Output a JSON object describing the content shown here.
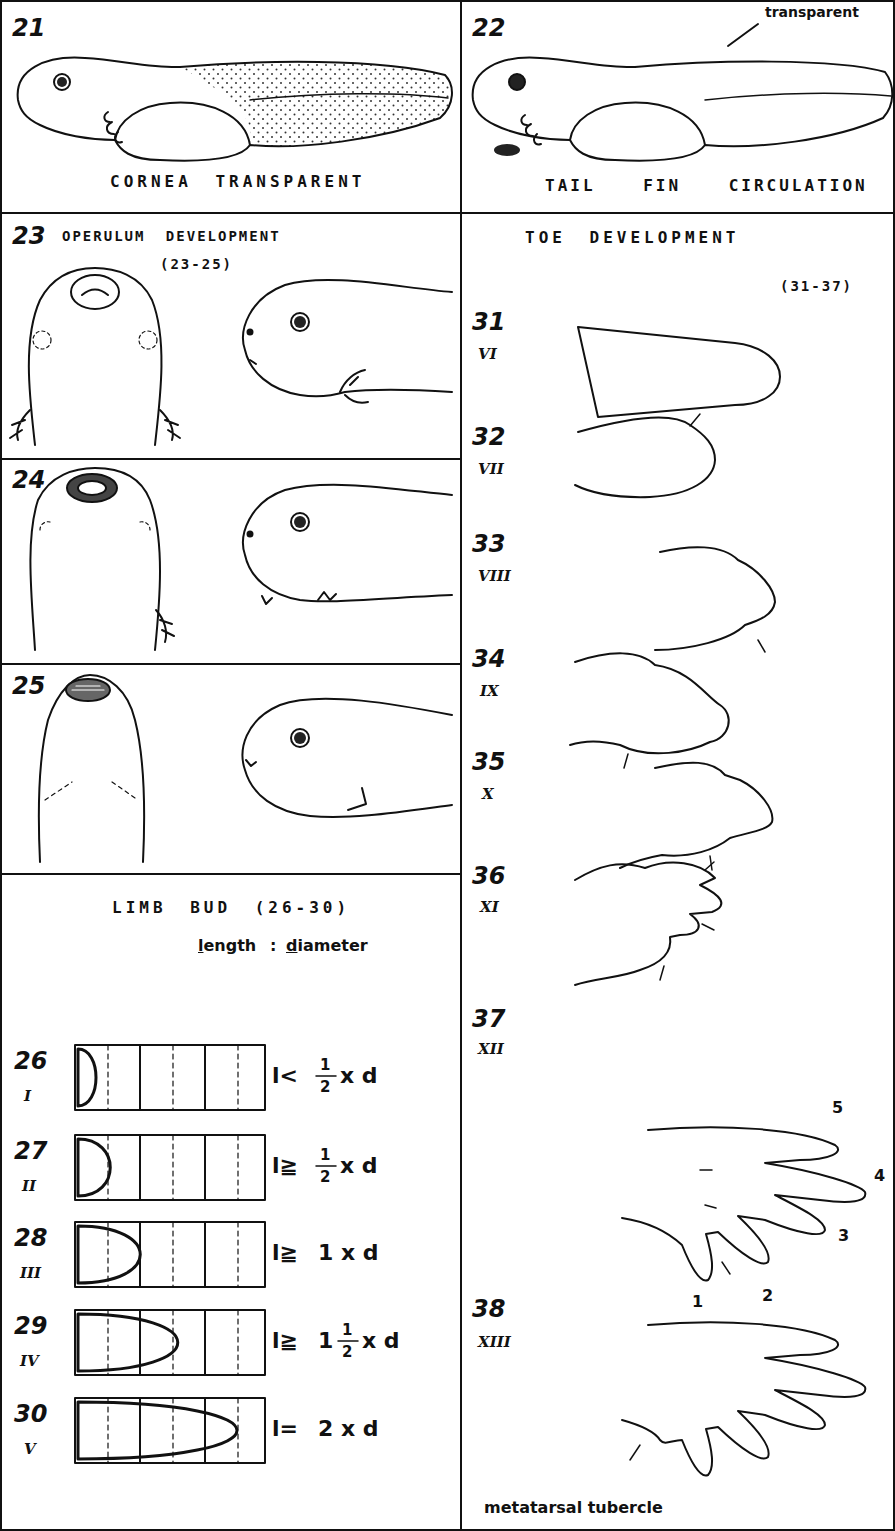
{
  "diagram": {
    "nodes": [
      {
        "text": [
          "21",
          "CORNEA TRANSPARENT"
        ]
      },
      {
        "text": [
          "22",
          "TAIL FIN CIRCULATION"
        ]
      },
      {
        "text": [
          "23",
          "OPERULUM DEVELOPMENT",
          "(23-25)"
        ]
      },
      {
        "text": [
          "TOE DEVELOPMENT",
          "(31-37)"
        ]
      },
      {
        "text": [
          "24"
        ]
      },
      {
        "text": [
          "25"
        ]
      },
      {
        "text": [
          "LIMB BUD (26-30)"
        ]
      }
    ],
    "labels": [
      "transparent",
      "31",
      "VI",
      "32",
      "VII",
      "33",
      "VIII",
      "34",
      "IX",
      "35",
      "X",
      "36",
      "XI",
      "37",
      "XII",
      "5",
      "4",
      "3",
      "1",
      "2",
      "38",
      "XIII",
      "metatarsal tubercle",
      "length",
      ":",
      "diameter",
      "26",
      "I",
      "l<",
      "1",
      "2",
      "x d",
      "27",
      "II",
      "l≧",
      "1",
      "2",
      "x d",
      "28",
      "III",
      "l≧",
      "1 x d",
      "29",
      "IV",
      "l≧",
      "1",
      "1",
      "2",
      "x d",
      "30",
      "V",
      "l=",
      "2 x d"
    ]
  }
}
